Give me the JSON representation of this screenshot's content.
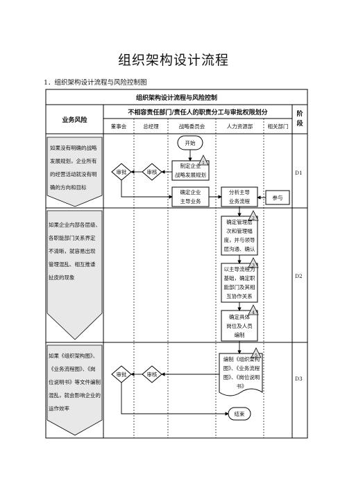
{
  "document": {
    "title": "组织架构设计流程",
    "section_heading": "1．组织架构设计流程与风险控制图"
  },
  "table": {
    "title": "组织架构设计流程与风险控制",
    "risk_header": "业务风险",
    "subheader": "不相容责任部门/责任人的职责分工与审批权限划分",
    "stage_header": [
      "阶",
      "段"
    ],
    "columns": [
      "董事会",
      "总经理",
      "战略委员会",
      "人力资源部",
      "相关部门"
    ]
  },
  "risks": [
    [
      "如果没有明确的战略",
      "发展规划，企业所有",
      "的经营活动就没有明",
      "确的方向和目标"
    ],
    [
      "如果企业内部各层级、",
      "各职能部门关系界定",
      "不清晰，就容易出现",
      "管理混乱、相互推诿",
      "扯皮的现象"
    ],
    [
      "如果《组织架构图》、",
      "《业务流程图》、《岗",
      "位说明书》等文件编制",
      "混乱，就会影响企业的",
      "运作效率"
    ]
  ],
  "stages": [
    "D1",
    "D2",
    "D3"
  ],
  "nodes": {
    "start": "开始",
    "end": "结束",
    "draft_plan": [
      "制定企业",
      "战略发展规划"
    ],
    "confirm_plan": [
      "确定企业",
      "主导业务"
    ],
    "analyze": [
      "分析主导",
      "业务流程"
    ],
    "participate": "参与",
    "define_levels": [
      "确定管理层",
      "次和管理幅",
      "度，并与领导",
      "层沟通、确认"
    ],
    "define_depts": [
      "以主导流程为",
      "基础，确定职",
      "能部门及其相",
      "互协作关系"
    ],
    "define_posts": [
      "确定具体",
      "岗位及人员",
      "编制"
    ],
    "compile_docs": [
      "编制《组织架构",
      "图》、《业务流程",
      "图》、《岗位说明",
      "书》"
    ],
    "review_1": "审核",
    "approve_1": "审批",
    "review_2": "审核",
    "approve_2": "审批"
  },
  "markers": [
    "1",
    "2",
    "3",
    "4",
    "5"
  ]
}
